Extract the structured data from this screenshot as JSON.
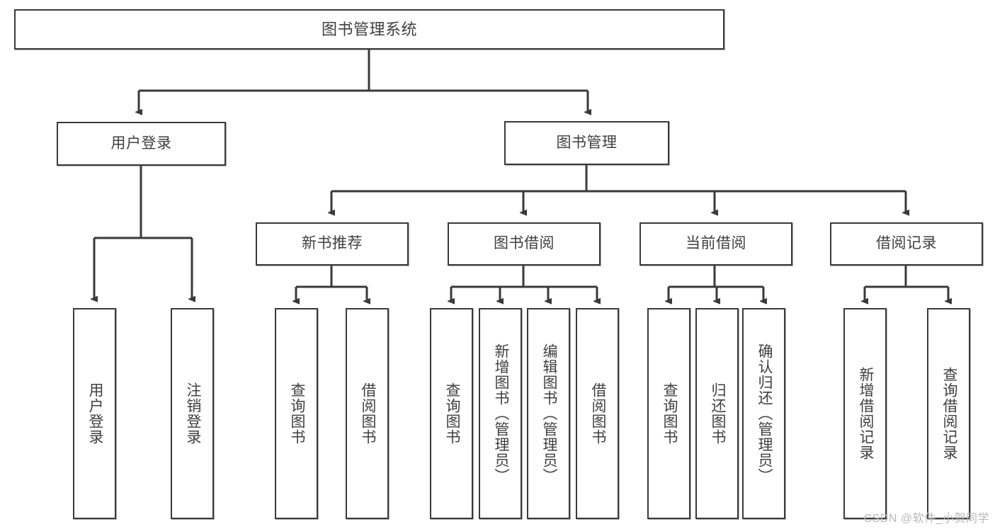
{
  "diagram": {
    "title": "图书管理系统",
    "type": "tree",
    "root": {
      "label": "图书管理系统"
    },
    "level1": [
      {
        "label": "用户登录"
      },
      {
        "label": "图书管理"
      }
    ],
    "level2": [
      {
        "label": "新书推荐"
      },
      {
        "label": "图书借阅"
      },
      {
        "label": "当前借阅"
      },
      {
        "label": "借阅记录"
      }
    ],
    "leaves": {
      "user_login": [
        {
          "label": "用户登录"
        },
        {
          "label": "注销登录"
        }
      ],
      "new_book_recommend": [
        {
          "label": "查询图书"
        },
        {
          "label": "借阅图书"
        }
      ],
      "book_borrow": [
        {
          "label": "查询图书"
        },
        {
          "label": "新增图书（管理员）"
        },
        {
          "label": "编辑图书（管理员）"
        },
        {
          "label": "借阅图书"
        }
      ],
      "current_borrow": [
        {
          "label": "查询图书"
        },
        {
          "label": "归还图书"
        },
        {
          "label": "确认归还（管理员）"
        }
      ],
      "borrow_record": [
        {
          "label": "新增借阅记录"
        },
        {
          "label": "查询借阅记录"
        }
      ]
    }
  },
  "watermark": {
    "text": "CSDN @软件_小贺同学"
  },
  "colors": {
    "stroke": "#3a3a3a",
    "text": "#3f3f3f",
    "background": "#ffffff",
    "watermark": "#b9b9b9"
  }
}
